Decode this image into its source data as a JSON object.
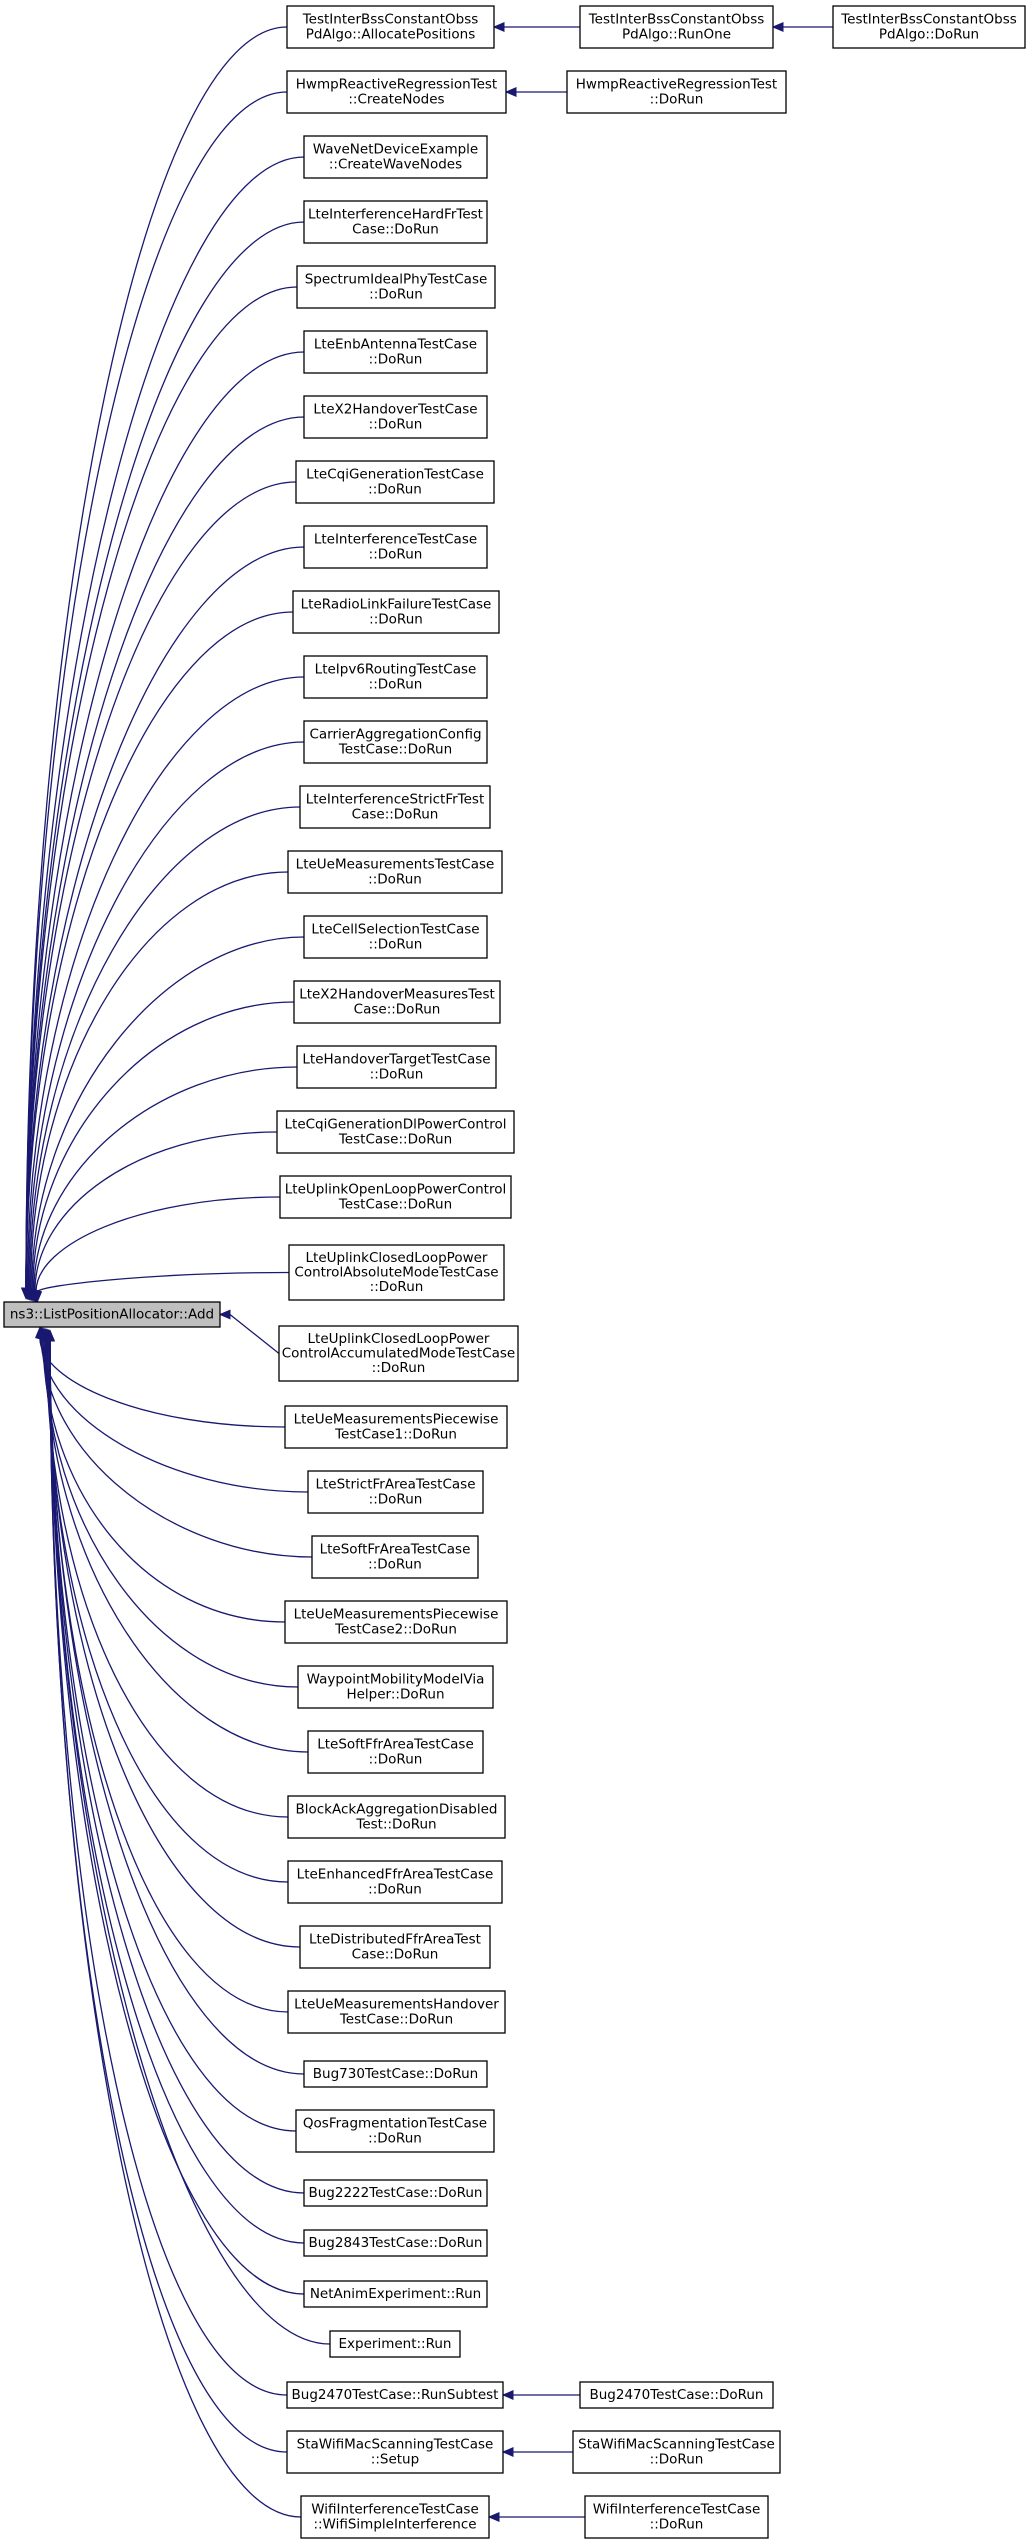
{
  "graph": {
    "title": "",
    "colors": {
      "edge": "#191970",
      "root_fill": "#bfbfbf",
      "node_fill": "#ffffff",
      "border": "#000000"
    },
    "root": {
      "id": "root",
      "lines": [
        "ns3::ListPositionAllocator::Add"
      ]
    },
    "nodes": [
      {
        "id": "n0",
        "lines": [
          "TestInterBssConstantObss",
          "PdAlgo::AllocatePositions"
        ]
      },
      {
        "id": "n1",
        "lines": [
          "HwmpReactiveRegressionTest",
          "::CreateNodes"
        ]
      },
      {
        "id": "n2",
        "lines": [
          "WaveNetDeviceExample",
          "::CreateWaveNodes"
        ]
      },
      {
        "id": "n3",
        "lines": [
          "LteInterferenceHardFrTest",
          "Case::DoRun"
        ]
      },
      {
        "id": "n4",
        "lines": [
          "SpectrumIdealPhyTestCase",
          "::DoRun"
        ]
      },
      {
        "id": "n5",
        "lines": [
          "LteEnbAntennaTestCase",
          "::DoRun"
        ]
      },
      {
        "id": "n6",
        "lines": [
          "LteX2HandoverTestCase",
          "::DoRun"
        ]
      },
      {
        "id": "n7",
        "lines": [
          "LteCqiGenerationTestCase",
          "::DoRun"
        ]
      },
      {
        "id": "n8",
        "lines": [
          "LteInterferenceTestCase",
          "::DoRun"
        ]
      },
      {
        "id": "n9",
        "lines": [
          "LteRadioLinkFailureTestCase",
          "::DoRun"
        ]
      },
      {
        "id": "n10",
        "lines": [
          "LteIpv6RoutingTestCase",
          "::DoRun"
        ]
      },
      {
        "id": "n11",
        "lines": [
          "CarrierAggregationConfig",
          "TestCase::DoRun"
        ]
      },
      {
        "id": "n12",
        "lines": [
          "LteInterferenceStrictFrTest",
          "Case::DoRun"
        ]
      },
      {
        "id": "n13",
        "lines": [
          "LteUeMeasurementsTestCase",
          "::DoRun"
        ]
      },
      {
        "id": "n14",
        "lines": [
          "LteCellSelectionTestCase",
          "::DoRun"
        ]
      },
      {
        "id": "n15",
        "lines": [
          "LteX2HandoverMeasuresTest",
          "Case::DoRun"
        ]
      },
      {
        "id": "n16",
        "lines": [
          "LteHandoverTargetTestCase",
          "::DoRun"
        ]
      },
      {
        "id": "n17",
        "lines": [
          "LteCqiGenerationDlPowerControl",
          "TestCase::DoRun"
        ]
      },
      {
        "id": "n18",
        "lines": [
          "LteUplinkOpenLoopPowerControl",
          "TestCase::DoRun"
        ]
      },
      {
        "id": "n19",
        "lines": [
          "LteUplinkClosedLoopPower",
          "ControlAbsoluteModeTestCase",
          "::DoRun"
        ]
      },
      {
        "id": "n20",
        "lines": [
          "LteUplinkClosedLoopPower",
          "ControlAccumulatedModeTestCase",
          "::DoRun"
        ]
      },
      {
        "id": "n21",
        "lines": [
          "LteUeMeasurementsPiecewise",
          "TestCase1::DoRun"
        ]
      },
      {
        "id": "n22",
        "lines": [
          "LteStrictFrAreaTestCase",
          "::DoRun"
        ]
      },
      {
        "id": "n23",
        "lines": [
          "LteSoftFrAreaTestCase",
          "::DoRun"
        ]
      },
      {
        "id": "n24",
        "lines": [
          "LteUeMeasurementsPiecewise",
          "TestCase2::DoRun"
        ]
      },
      {
        "id": "n25",
        "lines": [
          "WaypointMobilityModelVia",
          "Helper::DoRun"
        ]
      },
      {
        "id": "n26",
        "lines": [
          "LteSoftFfrAreaTestCase",
          "::DoRun"
        ]
      },
      {
        "id": "n27",
        "lines": [
          "BlockAckAggregationDisabled",
          "Test::DoRun"
        ]
      },
      {
        "id": "n28",
        "lines": [
          "LteEnhancedFfrAreaTestCase",
          "::DoRun"
        ]
      },
      {
        "id": "n29",
        "lines": [
          "LteDistributedFfrAreaTest",
          "Case::DoRun"
        ]
      },
      {
        "id": "n30",
        "lines": [
          "LteUeMeasurementsHandover",
          "TestCase::DoRun"
        ]
      },
      {
        "id": "n31",
        "lines": [
          "Bug730TestCase::DoRun"
        ]
      },
      {
        "id": "n32",
        "lines": [
          "QosFragmentationTestCase",
          "::DoRun"
        ]
      },
      {
        "id": "n33",
        "lines": [
          "Bug2222TestCase::DoRun"
        ]
      },
      {
        "id": "n34",
        "lines": [
          "Bug2843TestCase::DoRun"
        ]
      },
      {
        "id": "n35",
        "lines": [
          "NetAnimExperiment::Run"
        ]
      },
      {
        "id": "n36",
        "lines": [
          "Experiment::Run"
        ]
      },
      {
        "id": "n37",
        "lines": [
          "Bug2470TestCase::RunSubtest"
        ]
      },
      {
        "id": "n38",
        "lines": [
          "StaWifiMacScanningTestCase",
          "::Setup"
        ]
      },
      {
        "id": "n39",
        "lines": [
          "WifiInterferenceTestCase",
          "::WifiSimpleInterference"
        ]
      },
      {
        "id": "n40",
        "lines": [
          "TestInterBssConstantObss",
          "PdAlgo::RunOne"
        ]
      },
      {
        "id": "n41",
        "lines": [
          "TestInterBssConstantObss",
          "PdAlgo::DoRun"
        ]
      },
      {
        "id": "n42",
        "lines": [
          "HwmpReactiveRegressionTest",
          "::DoRun"
        ]
      },
      {
        "id": "n43",
        "lines": [
          "Bug2470TestCase::DoRun"
        ]
      },
      {
        "id": "n44",
        "lines": [
          "StaWifiMacScanningTestCase",
          "::DoRun"
        ]
      },
      {
        "id": "n45",
        "lines": [
          "WifiInterferenceTestCase",
          "::DoRun"
        ]
      }
    ],
    "edges": [
      {
        "from": "n0",
        "to": "root"
      },
      {
        "from": "n1",
        "to": "root"
      },
      {
        "from": "n2",
        "to": "root"
      },
      {
        "from": "n3",
        "to": "root"
      },
      {
        "from": "n4",
        "to": "root"
      },
      {
        "from": "n5",
        "to": "root"
      },
      {
        "from": "n6",
        "to": "root"
      },
      {
        "from": "n7",
        "to": "root"
      },
      {
        "from": "n8",
        "to": "root"
      },
      {
        "from": "n9",
        "to": "root"
      },
      {
        "from": "n10",
        "to": "root"
      },
      {
        "from": "n11",
        "to": "root"
      },
      {
        "from": "n12",
        "to": "root"
      },
      {
        "from": "n13",
        "to": "root"
      },
      {
        "from": "n14",
        "to": "root"
      },
      {
        "from": "n15",
        "to": "root"
      },
      {
        "from": "n16",
        "to": "root"
      },
      {
        "from": "n17",
        "to": "root"
      },
      {
        "from": "n18",
        "to": "root"
      },
      {
        "from": "n19",
        "to": "root"
      },
      {
        "from": "n20",
        "to": "root"
      },
      {
        "from": "n21",
        "to": "root"
      },
      {
        "from": "n22",
        "to": "root"
      },
      {
        "from": "n23",
        "to": "root"
      },
      {
        "from": "n24",
        "to": "root"
      },
      {
        "from": "n25",
        "to": "root"
      },
      {
        "from": "n26",
        "to": "root"
      },
      {
        "from": "n27",
        "to": "root"
      },
      {
        "from": "n28",
        "to": "root"
      },
      {
        "from": "n29",
        "to": "root"
      },
      {
        "from": "n30",
        "to": "root"
      },
      {
        "from": "n31",
        "to": "root"
      },
      {
        "from": "n32",
        "to": "root"
      },
      {
        "from": "n33",
        "to": "root"
      },
      {
        "from": "n34",
        "to": "root"
      },
      {
        "from": "n35",
        "to": "root"
      },
      {
        "from": "n36",
        "to": "root"
      },
      {
        "from": "n37",
        "to": "root"
      },
      {
        "from": "n38",
        "to": "root"
      },
      {
        "from": "n39",
        "to": "root"
      },
      {
        "from": "n40",
        "to": "n0"
      },
      {
        "from": "n41",
        "to": "n40"
      },
      {
        "from": "n42",
        "to": "n1"
      },
      {
        "from": "n43",
        "to": "n37"
      },
      {
        "from": "n44",
        "to": "n38"
      },
      {
        "from": "n45",
        "to": "n39"
      }
    ]
  }
}
